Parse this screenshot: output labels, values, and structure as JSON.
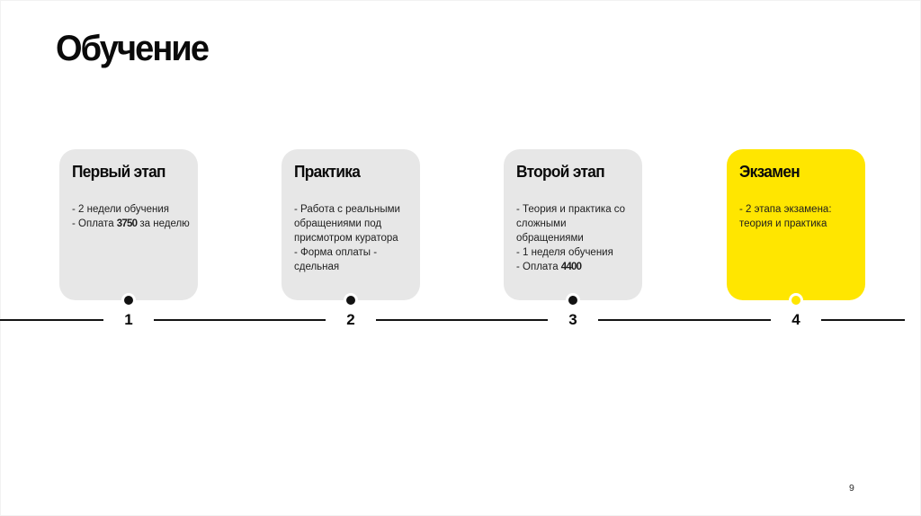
{
  "slide": {
    "title": "Обучение",
    "page_number": "9",
    "colors": {
      "card_gray": "#e7e7e7",
      "accent_yellow": "#ffe600",
      "timeline_black": "#141414"
    }
  },
  "steps": [
    {
      "number": "1",
      "title": "Первый этап",
      "line1": "- 2 недели обучения",
      "pay_prefix": "- Оплата",
      "pay_amount": "3750",
      "pay_suffix": "за неделю"
    },
    {
      "number": "2",
      "title": "Практика",
      "line1": "- Работа с реальными\nобращениями под\nприсмотром куратора\n- Форма оплаты -\nсдельная"
    },
    {
      "number": "3",
      "title": "Второй этап",
      "line1": "- Теория и практика со\nсложными обращениями\n- 1 неделя обучения",
      "pay_prefix": "- Оплата",
      "pay_amount": "4400"
    },
    {
      "number": "4",
      "title": "Экзамен",
      "line1": "- 2 этапа экзамена:\nтеория и практика"
    }
  ]
}
